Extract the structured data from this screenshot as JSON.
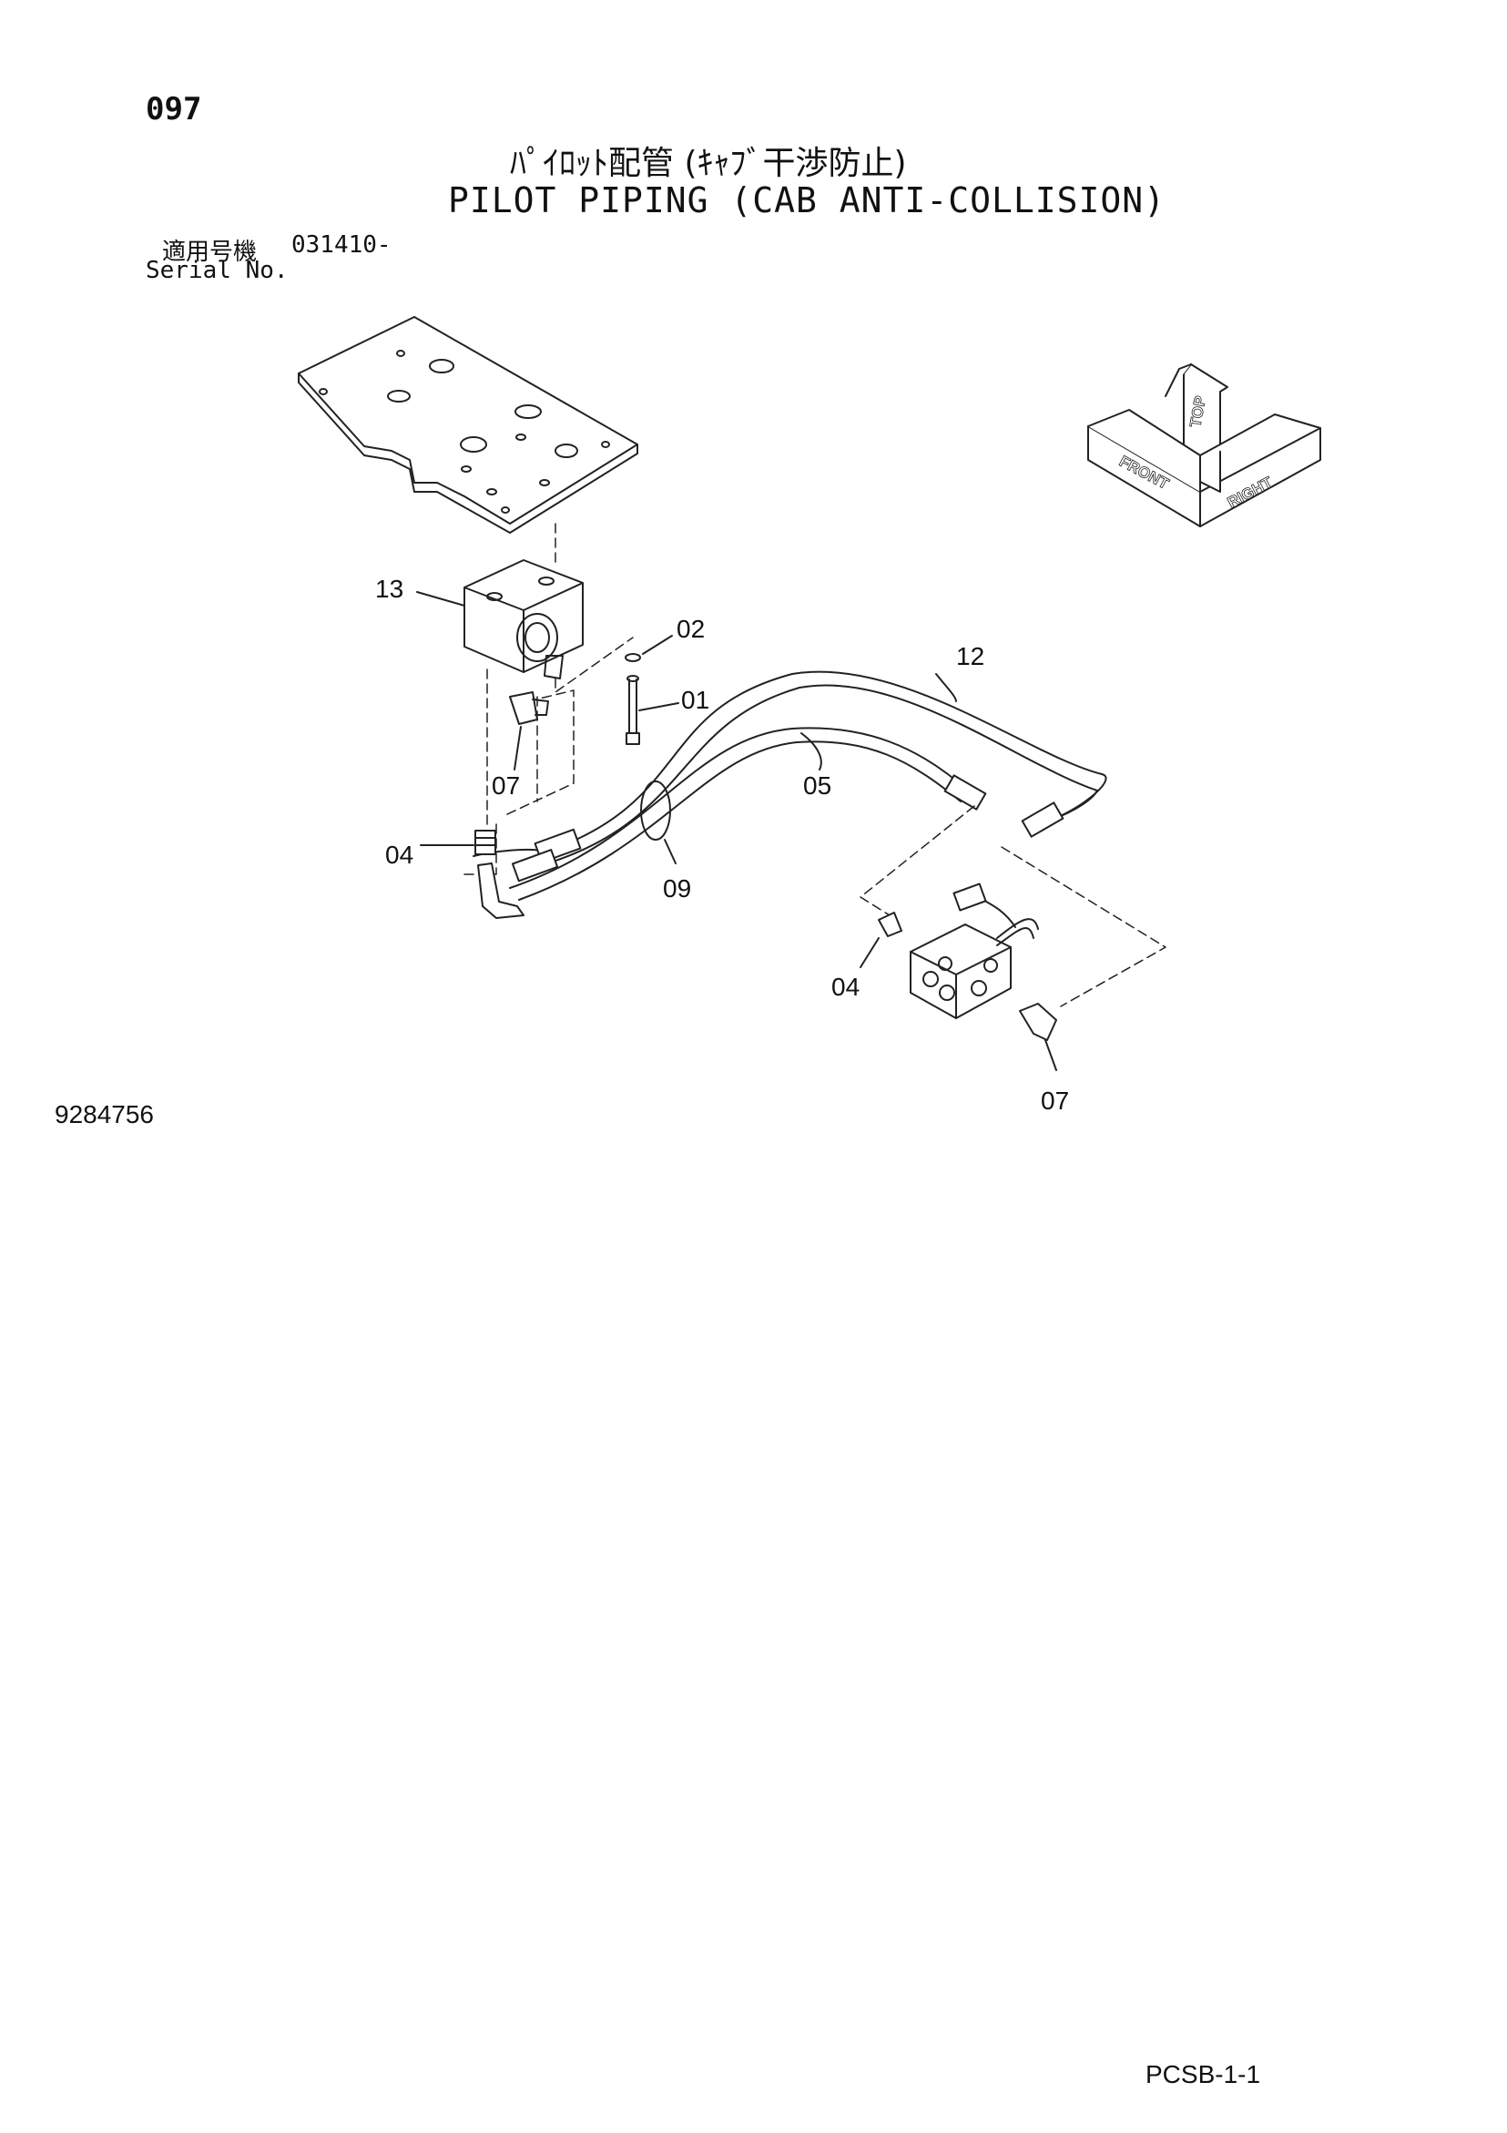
{
  "page_number": "097",
  "title_jp": "ﾊﾟｲﾛｯﾄ配管 (ｷｬﾌﾞ干渉防止)",
  "title_en": "PILOT PIPING (CAB ANTI-COLLISION)",
  "serial": {
    "label_jp": "適用号機",
    "value": "031410-",
    "label_en": "Serial No."
  },
  "drawing_number": "9284756",
  "page_code": "PCSB-1-1",
  "orientation_labels": {
    "front": "FRONT",
    "top": "TOP",
    "right": "RIGHT"
  },
  "callouts": {
    "c13": "13",
    "c02": "02",
    "c01": "01",
    "c12": "12",
    "c07a": "07",
    "c05": "05",
    "c04a": "04",
    "c09": "09",
    "c04b": "04",
    "c07b": "07"
  }
}
